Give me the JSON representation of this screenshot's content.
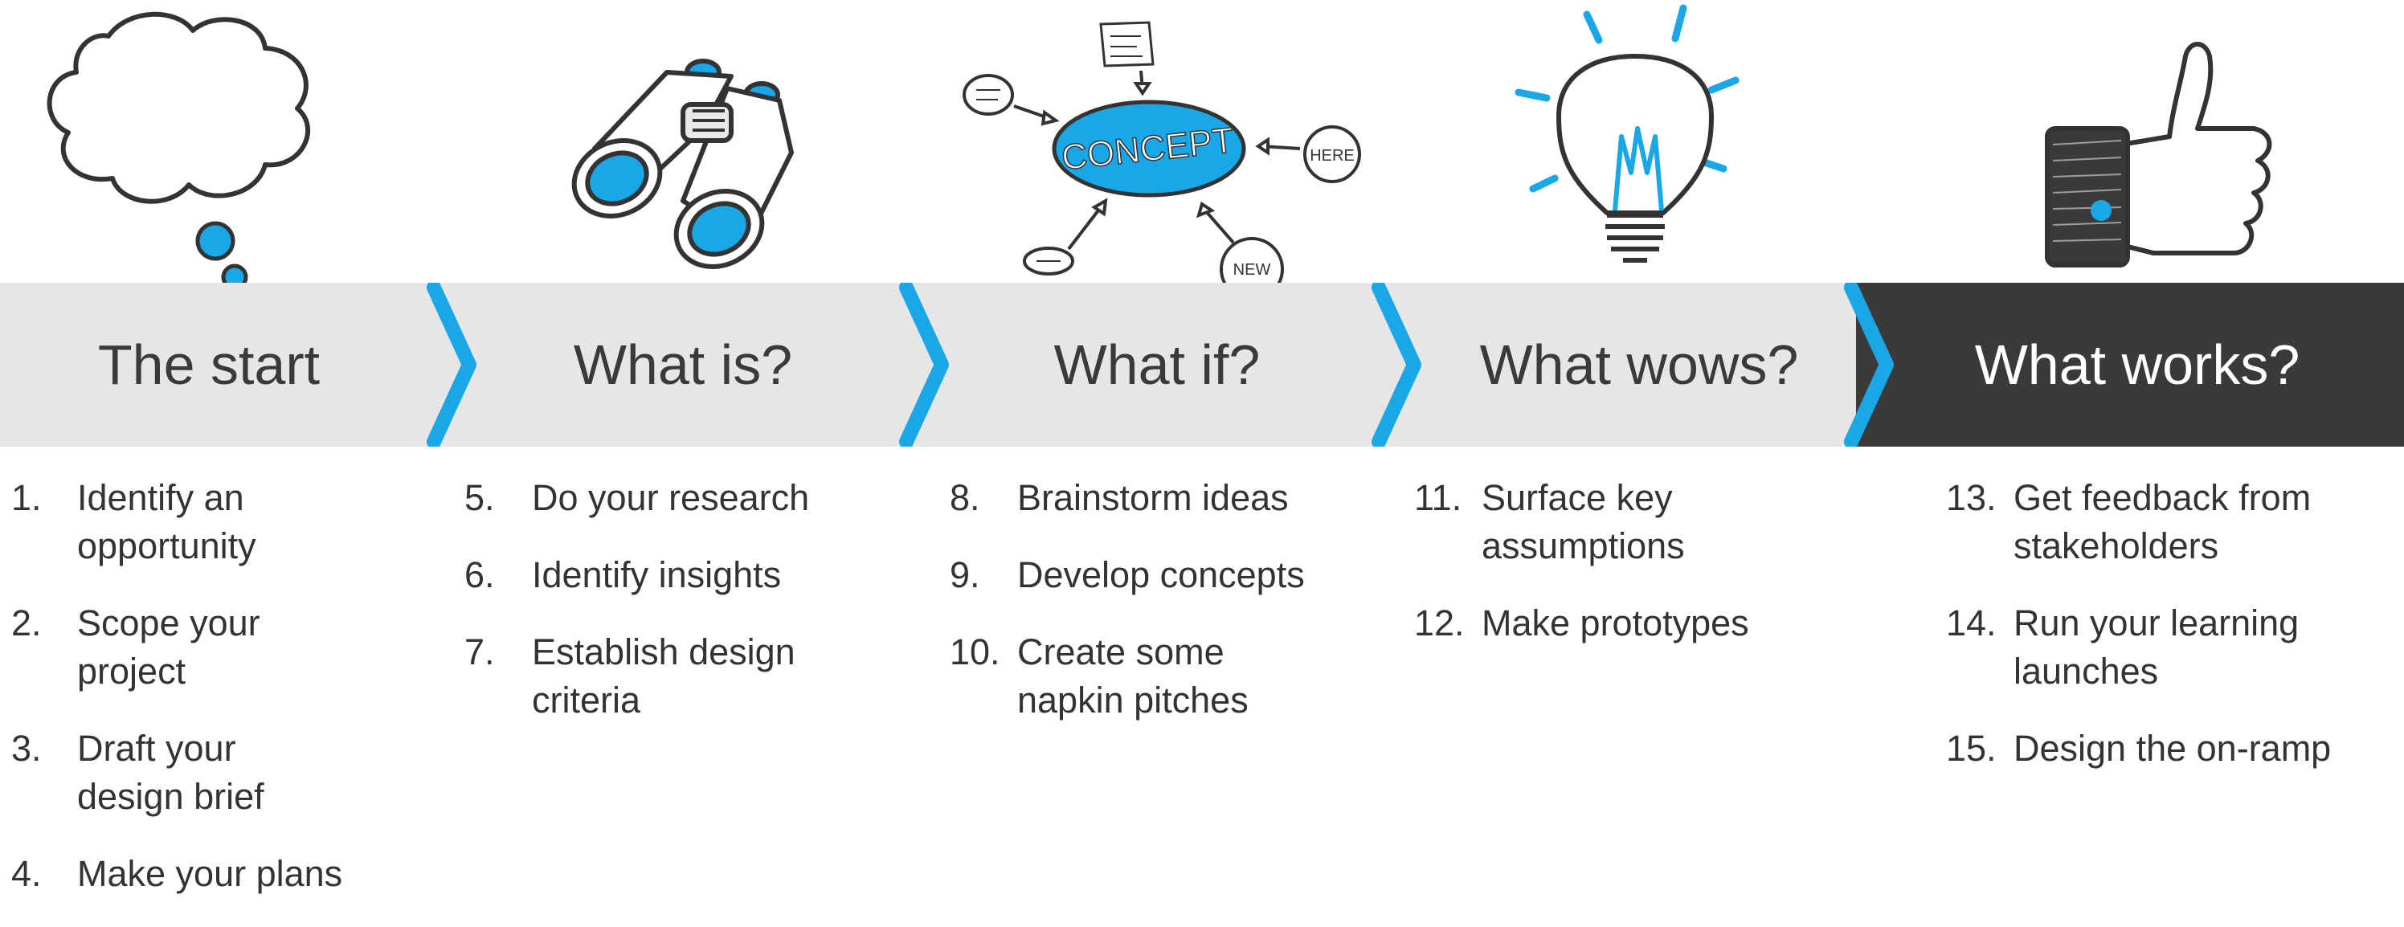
{
  "colors": {
    "accent": "#1aa7e8",
    "band": "#e6e6e6",
    "dark": "#3a3a3a",
    "text": "#333333"
  },
  "icons": {
    "stage1": "thought-cloud-icon",
    "stage2": "binoculars-icon",
    "stage3": "concept-map-icon",
    "stage4": "light-bulb-icon",
    "stage5": "thumbs-up-icon"
  },
  "concept_map": {
    "center": "CONCEPT",
    "here": "HERE",
    "new": "NEW"
  },
  "stages": [
    {
      "title": "The start",
      "steps": [
        {
          "num": "1.",
          "text": "Identify an opportunity"
        },
        {
          "num": "2.",
          "text": "Scope your project"
        },
        {
          "num": "3.",
          "text": "Draft your design brief"
        },
        {
          "num": "4.",
          "text": "Make your plans"
        }
      ]
    },
    {
      "title": "What is?",
      "steps": [
        {
          "num": "5.",
          "text": "Do your research"
        },
        {
          "num": "6.",
          "text": "Identify insights"
        },
        {
          "num": "7.",
          "text": "Establish design criteria"
        }
      ]
    },
    {
      "title": "What if?",
      "steps": [
        {
          "num": "8.",
          "text": "Brainstorm ideas"
        },
        {
          "num": "9.",
          "text": "Develop concepts"
        },
        {
          "num": "10.",
          "text": "Create some napkin pitches"
        }
      ]
    },
    {
      "title": "What wows?",
      "steps": [
        {
          "num": "11.",
          "text": "Surface key assumptions"
        },
        {
          "num": "12.",
          "text": "Make prototypes"
        }
      ]
    },
    {
      "title": "What works?",
      "steps": [
        {
          "num": "13.",
          "text": "Get feedback from stakeholders"
        },
        {
          "num": "14.",
          "text": "Run your learning launches"
        },
        {
          "num": "15.",
          "text": "Design the on-ramp"
        }
      ]
    }
  ]
}
